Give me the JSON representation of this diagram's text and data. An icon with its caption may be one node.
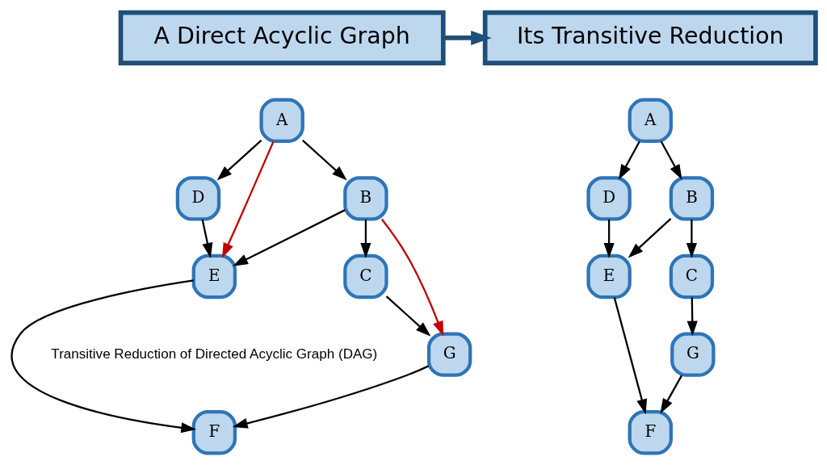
{
  "diagram": {
    "nodes": [
      {
        "text": [
          "A Direct Acyclic Graph"
        ]
      },
      {
        "text": [
          "Its Transitive Reduction"
        ]
      },
      {
        "text": [
          "A"
        ]
      },
      {
        "text": [
          "D"
        ]
      },
      {
        "text": [
          "B"
        ]
      },
      {
        "text": [
          "E"
        ]
      },
      {
        "text": [
          "C"
        ]
      },
      {
        "text": [
          "F"
        ]
      },
      {
        "text": [
          "G"
        ]
      },
      {
        "text": [
          "A"
        ]
      },
      {
        "text": [
          "D"
        ]
      },
      {
        "text": [
          "B"
        ]
      },
      {
        "text": [
          "E"
        ]
      },
      {
        "text": [
          "C"
        ]
      },
      {
        "text": [
          "F"
        ]
      },
      {
        "text": [
          "G"
        ]
      }
    ],
    "edges": [
      {
        "from": 0,
        "to": 1,
        "arrow": "to",
        "style": "thick",
        "color": "#1f4e79"
      },
      {
        "from": 2,
        "to": 3,
        "arrow": "to"
      },
      {
        "from": 2,
        "to": 4,
        "arrow": "to"
      },
      {
        "from": 2,
        "to": 5,
        "arrow": "to",
        "color": "#c00000"
      },
      {
        "from": 3,
        "to": 5,
        "arrow": "to"
      },
      {
        "from": 4,
        "to": 5,
        "arrow": "to"
      },
      {
        "from": 4,
        "to": 8,
        "arrow": "to",
        "color": "#c00000"
      },
      {
        "from": 4,
        "to": 6,
        "arrow": "to"
      },
      {
        "from": 5,
        "to": 7,
        "arrow": "to"
      },
      {
        "from": 6,
        "to": 8,
        "arrow": "to"
      },
      {
        "from": 8,
        "to": 7,
        "arrow": "to"
      },
      {
        "from": 9,
        "to": 10,
        "arrow": "to"
      },
      {
        "from": 9,
        "to": 11,
        "arrow": "to"
      },
      {
        "from": 10,
        "to": 12,
        "arrow": "to"
      },
      {
        "from": 11,
        "to": 12,
        "arrow": "to"
      },
      {
        "from": 11,
        "to": 13,
        "arrow": "to"
      },
      {
        "from": 12,
        "to": 14,
        "arrow": "to"
      },
      {
        "from": 13,
        "to": 15,
        "arrow": "to"
      },
      {
        "from": 15,
        "to": 14,
        "arrow": "to"
      }
    ],
    "labels": [
      "Transitive Reduction of Directed Acyclic Graph (DAG)"
    ]
  }
}
